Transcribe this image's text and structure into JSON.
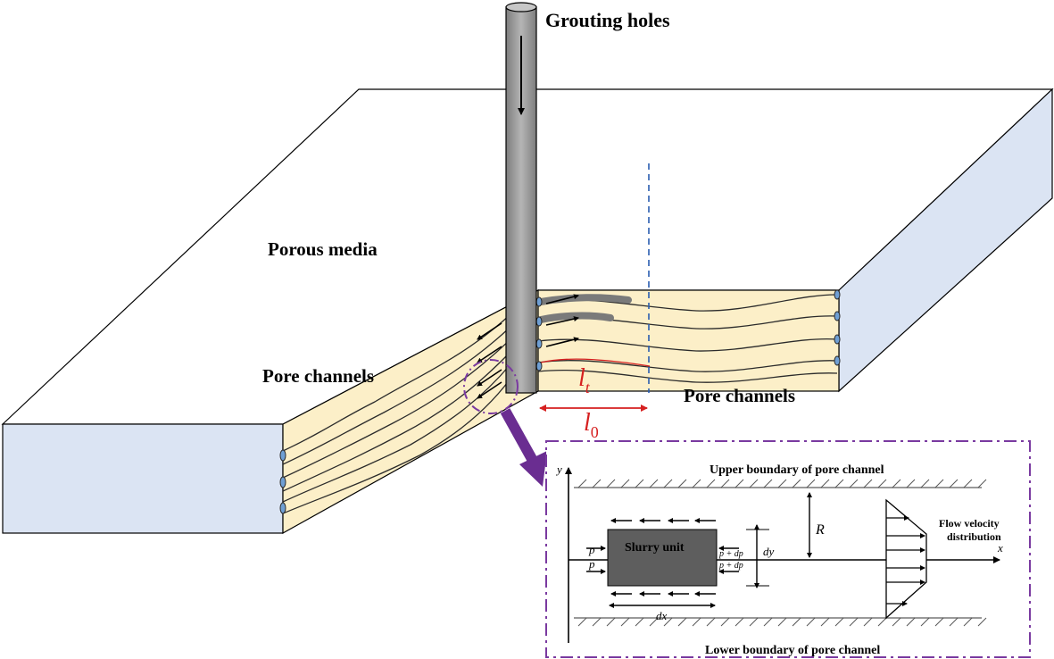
{
  "labels": {
    "grouting_holes": "Grouting holes",
    "porous_media": "Porous media",
    "pore_channels_left": "Pore channels",
    "pore_channels_right": "Pore channels",
    "lt_base": "l",
    "lt_sub": "t",
    "l0_base": "l",
    "l0_sub": "0"
  },
  "inset": {
    "upper_boundary": "Upper boundary of pore channel",
    "lower_boundary": "Lower boundary of pore channel",
    "slurry_unit": "Slurry unit",
    "y_axis": "y",
    "x_axis": "x",
    "R": "R",
    "dy": "dy",
    "dx": "dx",
    "p_top": "p",
    "p_bottom": "p",
    "p_dp_top": "p + dp",
    "p_dp_bottom": "p + dp",
    "flow_line1": "Flow velocity",
    "flow_line2": "distribution"
  },
  "colors": {
    "block_top": "#ffffff",
    "block_side": "#dbe4f3",
    "soil": "#fcefc8",
    "pipe": "#9b9b9b",
    "inset_border": "#7a3aa0",
    "arrow_purple": "#6a2d91",
    "red": "#d62020",
    "dashed_blue": "#2a5db0",
    "slurry": "#5e5e5e"
  }
}
